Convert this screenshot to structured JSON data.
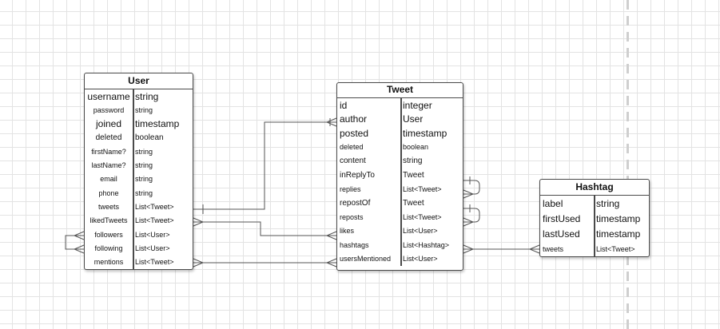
{
  "entities": {
    "user": {
      "title": "User",
      "rows": [
        {
          "name": "username",
          "type": "string"
        },
        {
          "name": "password",
          "type": "string"
        },
        {
          "name": "joined",
          "type": "timestamp"
        },
        {
          "name": "deleted",
          "type": "boolean"
        },
        {
          "name": "firstName?",
          "type": "string"
        },
        {
          "name": "lastName?",
          "type": "string"
        },
        {
          "name": "email",
          "type": "string"
        },
        {
          "name": "phone",
          "type": "string"
        },
        {
          "name": "tweets",
          "type": "List<Tweet>"
        },
        {
          "name": "likedTweets",
          "type": "List<Tweet>"
        },
        {
          "name": "followers",
          "type": "List<User>"
        },
        {
          "name": "following",
          "type": "List<User>"
        },
        {
          "name": "mentions",
          "type": "List<Tweet>"
        }
      ]
    },
    "tweet": {
      "title": "Tweet",
      "rows": [
        {
          "name": "id",
          "type": "integer"
        },
        {
          "name": "author",
          "type": "User"
        },
        {
          "name": "posted",
          "type": "timestamp"
        },
        {
          "name": "deleted",
          "type": "boolean"
        },
        {
          "name": "content",
          "type": "string"
        },
        {
          "name": "inReplyTo",
          "type": "Tweet"
        },
        {
          "name": "replies",
          "type": "List<Tweet>"
        },
        {
          "name": "repostOf",
          "type": "Tweet"
        },
        {
          "name": "reposts",
          "type": "List<Tweet>"
        },
        {
          "name": "likes",
          "type": "List<User>"
        },
        {
          "name": "hashtags",
          "type": "List<Hashtag>"
        },
        {
          "name": "usersMentioned",
          "type": "List<User>"
        }
      ]
    },
    "hashtag": {
      "title": "Hashtag",
      "rows": [
        {
          "name": "label",
          "type": "string"
        },
        {
          "name": "firstUsed",
          "type": "timestamp"
        },
        {
          "name": "lastUsed",
          "type": "timestamp"
        },
        {
          "name": "tweets",
          "type": "List<Tweet>"
        }
      ]
    }
  },
  "colors": {
    "border": "#4a4a4a",
    "connector": "#555555",
    "grid": "#e3e3e3",
    "background": "#ffffff"
  }
}
